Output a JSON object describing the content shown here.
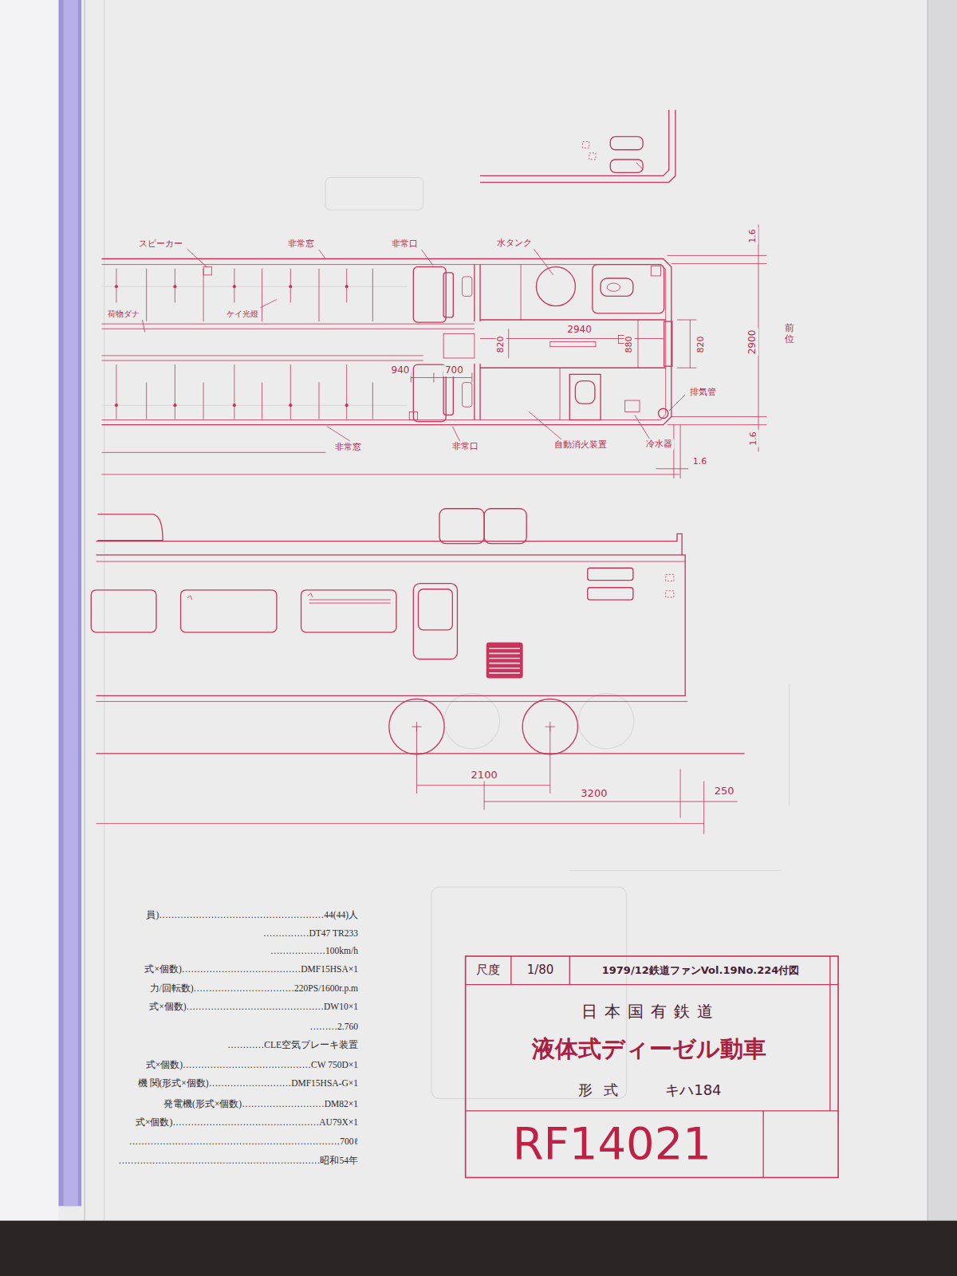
{
  "diagram": {
    "labels": [
      "スピーカー",
      "非常窓",
      "非常口",
      "水タンク",
      "1.6",
      "荷物ダナ",
      "ケイ光燈",
      "2940",
      "820",
      "880",
      "820",
      "2900",
      "前位",
      "940",
      "700",
      "排気管",
      "非常窓",
      "非常口",
      "自動消火装置",
      "冷水器",
      "1.6",
      "1.6",
      "2100",
      "3200",
      "250",
      "員)………………………………………………44(44)人",
      "……………DT47 TR233",
      "………………100km/h",
      "式×個数)…………………………………DMF15HSA×1",
      "力/回転数)……………………………220PS/1600r.p.m",
      "式×個数)………………………………………DW10×1",
      "………2.760",
      "…………CLE空気ブレーキ装置",
      "式×個数)……………………………………CW 750D×1",
      "機 関(形式×個数)………………………DMF15HSA-G×1",
      "発電機(形式×個数)………………………DM82×1",
      "式×個数)…………………………………………AU79X×1",
      "……………………………………………………………700ℓ",
      "…………………………………………………………昭和54年",
      "尺度",
      "1/80",
      "1979/12鉄道ファンVol.19No.224付図",
      "日本国有鉄道",
      "液体式ディーゼル動車",
      "形式",
      "キハ184",
      "RF14021"
    ]
  }
}
